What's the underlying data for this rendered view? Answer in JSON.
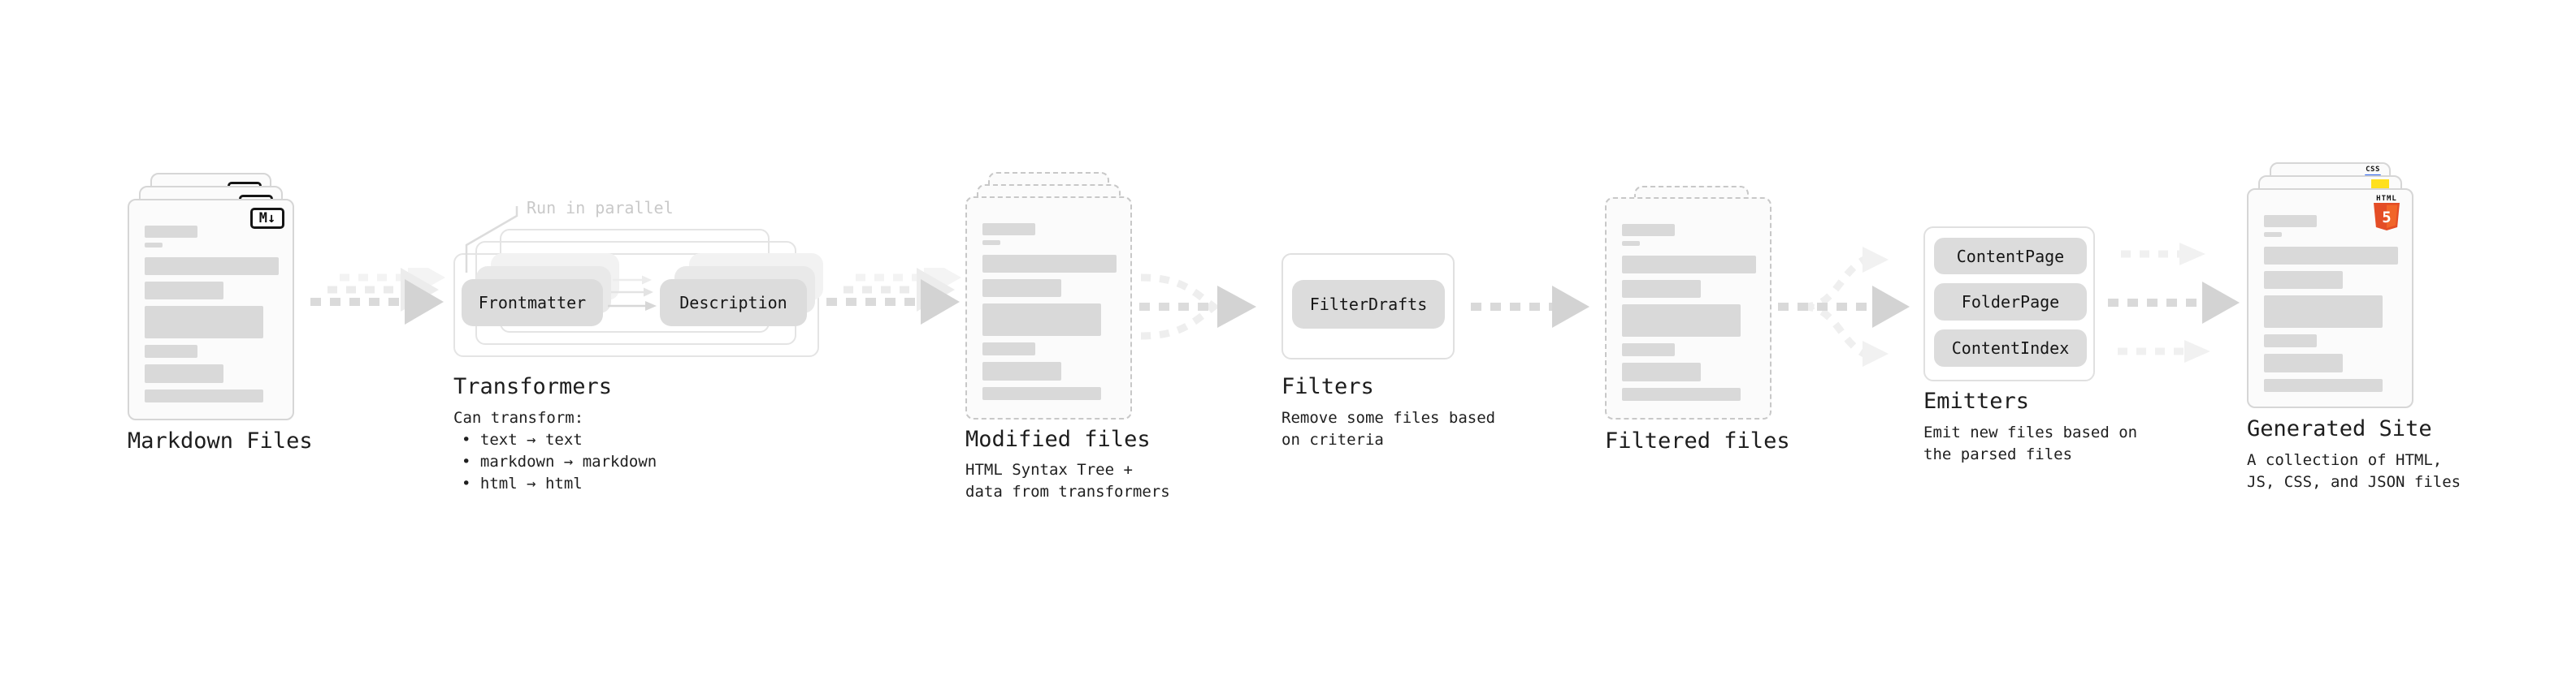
{
  "stages": {
    "markdown": {
      "title": "Markdown Files"
    },
    "transformers": {
      "title": "Transformers",
      "annotation": "Run in parallel",
      "pill_left": "Frontmatter",
      "pill_right": "Description",
      "desc_heading": "Can transform:",
      "bullets": [
        "• text → text",
        "• markdown → markdown",
        "• html → html"
      ]
    },
    "modified": {
      "title": "Modified files",
      "desc1": "HTML Syntax Tree +",
      "desc2": "data from transformers"
    },
    "filters": {
      "title": "Filters",
      "pill": "FilterDrafts",
      "desc1": "Remove some files based",
      "desc2": "on criteria"
    },
    "filtered": {
      "title": "Filtered files"
    },
    "emitters": {
      "title": "Emitters",
      "pills": [
        "ContentPage",
        "FolderPage",
        "ContentIndex"
      ],
      "desc1": "Emit new files based on",
      "desc2": "the parsed files"
    },
    "generated": {
      "title": "Generated Site",
      "desc1": "A collection of HTML,",
      "desc2": "JS, CSS, and JSON files"
    }
  },
  "icons": {
    "markdown_badge": "M↓",
    "html5_word": "HTML",
    "html5_number": "5",
    "css_word": "CSS"
  },
  "colors": {
    "background": "#ffffff",
    "card_fill": "#fbfbfb",
    "card_border": "#d6d6d6",
    "dashed_border": "#c8c8c8",
    "content_bar": "#d9d9d9",
    "pill_fill": "#dcdcdc",
    "pill_ghost": "#e9e9e9",
    "box_border": "#e4e4e4",
    "arrow": "#d3d3d3",
    "arrow_light": "#eeeeee",
    "annotation_text": "#c9c9c9",
    "text": "#1d1d1d",
    "html5_orange": "#e44d26",
    "html5_orange_light": "#f16529",
    "js_yellow": "#ffe01e",
    "css_blue": "#2760f0"
  }
}
